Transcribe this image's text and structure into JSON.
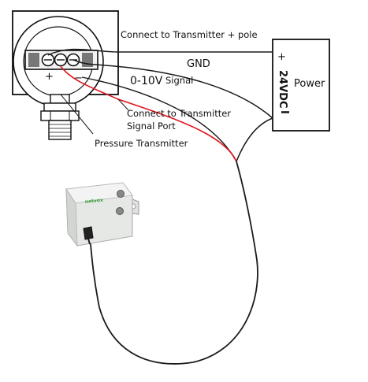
{
  "labels": {
    "transmitter_pos": "Connect to Transmitter + pole",
    "gnd": "GND",
    "signal": "0-10V",
    "signal_word": "Signal",
    "signal_port_1": "Connect to Transmitter",
    "signal_port_2": "Signal  Port",
    "pressure_transmitter": "Pressure Transmitter",
    "power": "Power",
    "voltage": "24VDC",
    "plus": "+",
    "minus": "I",
    "terminal_plus": "+",
    "terminal_minus": "−",
    "logo": "netvox"
  },
  "colors": {
    "wire_black": "#1a1a1a",
    "wire_red": "#e0141e",
    "sensor_body": "#e6e8e6",
    "logo_green": "#3aa03a"
  }
}
